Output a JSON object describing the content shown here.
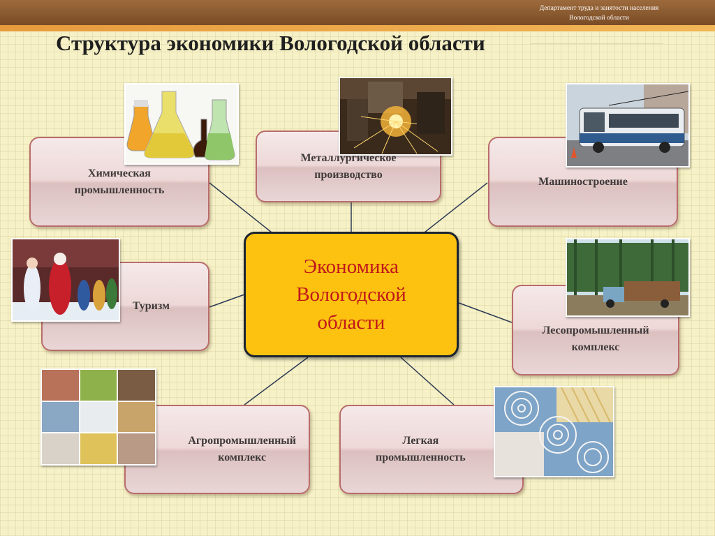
{
  "header": {
    "department_line1": "Департамент труда и занятости населения",
    "department_line2": "Вологодской области"
  },
  "title": "Структура экономики Вологодской области",
  "center": {
    "label": "Экономика\nВологодской\nобласти"
  },
  "sectors": {
    "chemical": "Химическая\nпромышленность",
    "metallurgy": "Металлургическое\nпроизводство",
    "machinery": "Машиностроение",
    "tourism": "Туризм",
    "forestry": "Лесопромышленный\nкомплекс",
    "agro": "Агропромышленный\nкомплекс",
    "light": "Легкая\nпромышленность"
  },
  "images": {
    "chemical": "chemistry-flasks-photo",
    "metallurgy": "steel-mill-sparks-photo",
    "machinery": "trolleybus-photo",
    "tourism": "father-frost-festival-photo",
    "forestry": "timber-truck-forest-photo",
    "agro": "agriculture-collage-photo",
    "light": "lace-crafts-photo"
  },
  "colors": {
    "center_fill": "#fdc210",
    "center_text": "#c0171b",
    "box_border": "#b96c6c",
    "topbar": "#8a5a30",
    "stripe": "#eea64a"
  }
}
